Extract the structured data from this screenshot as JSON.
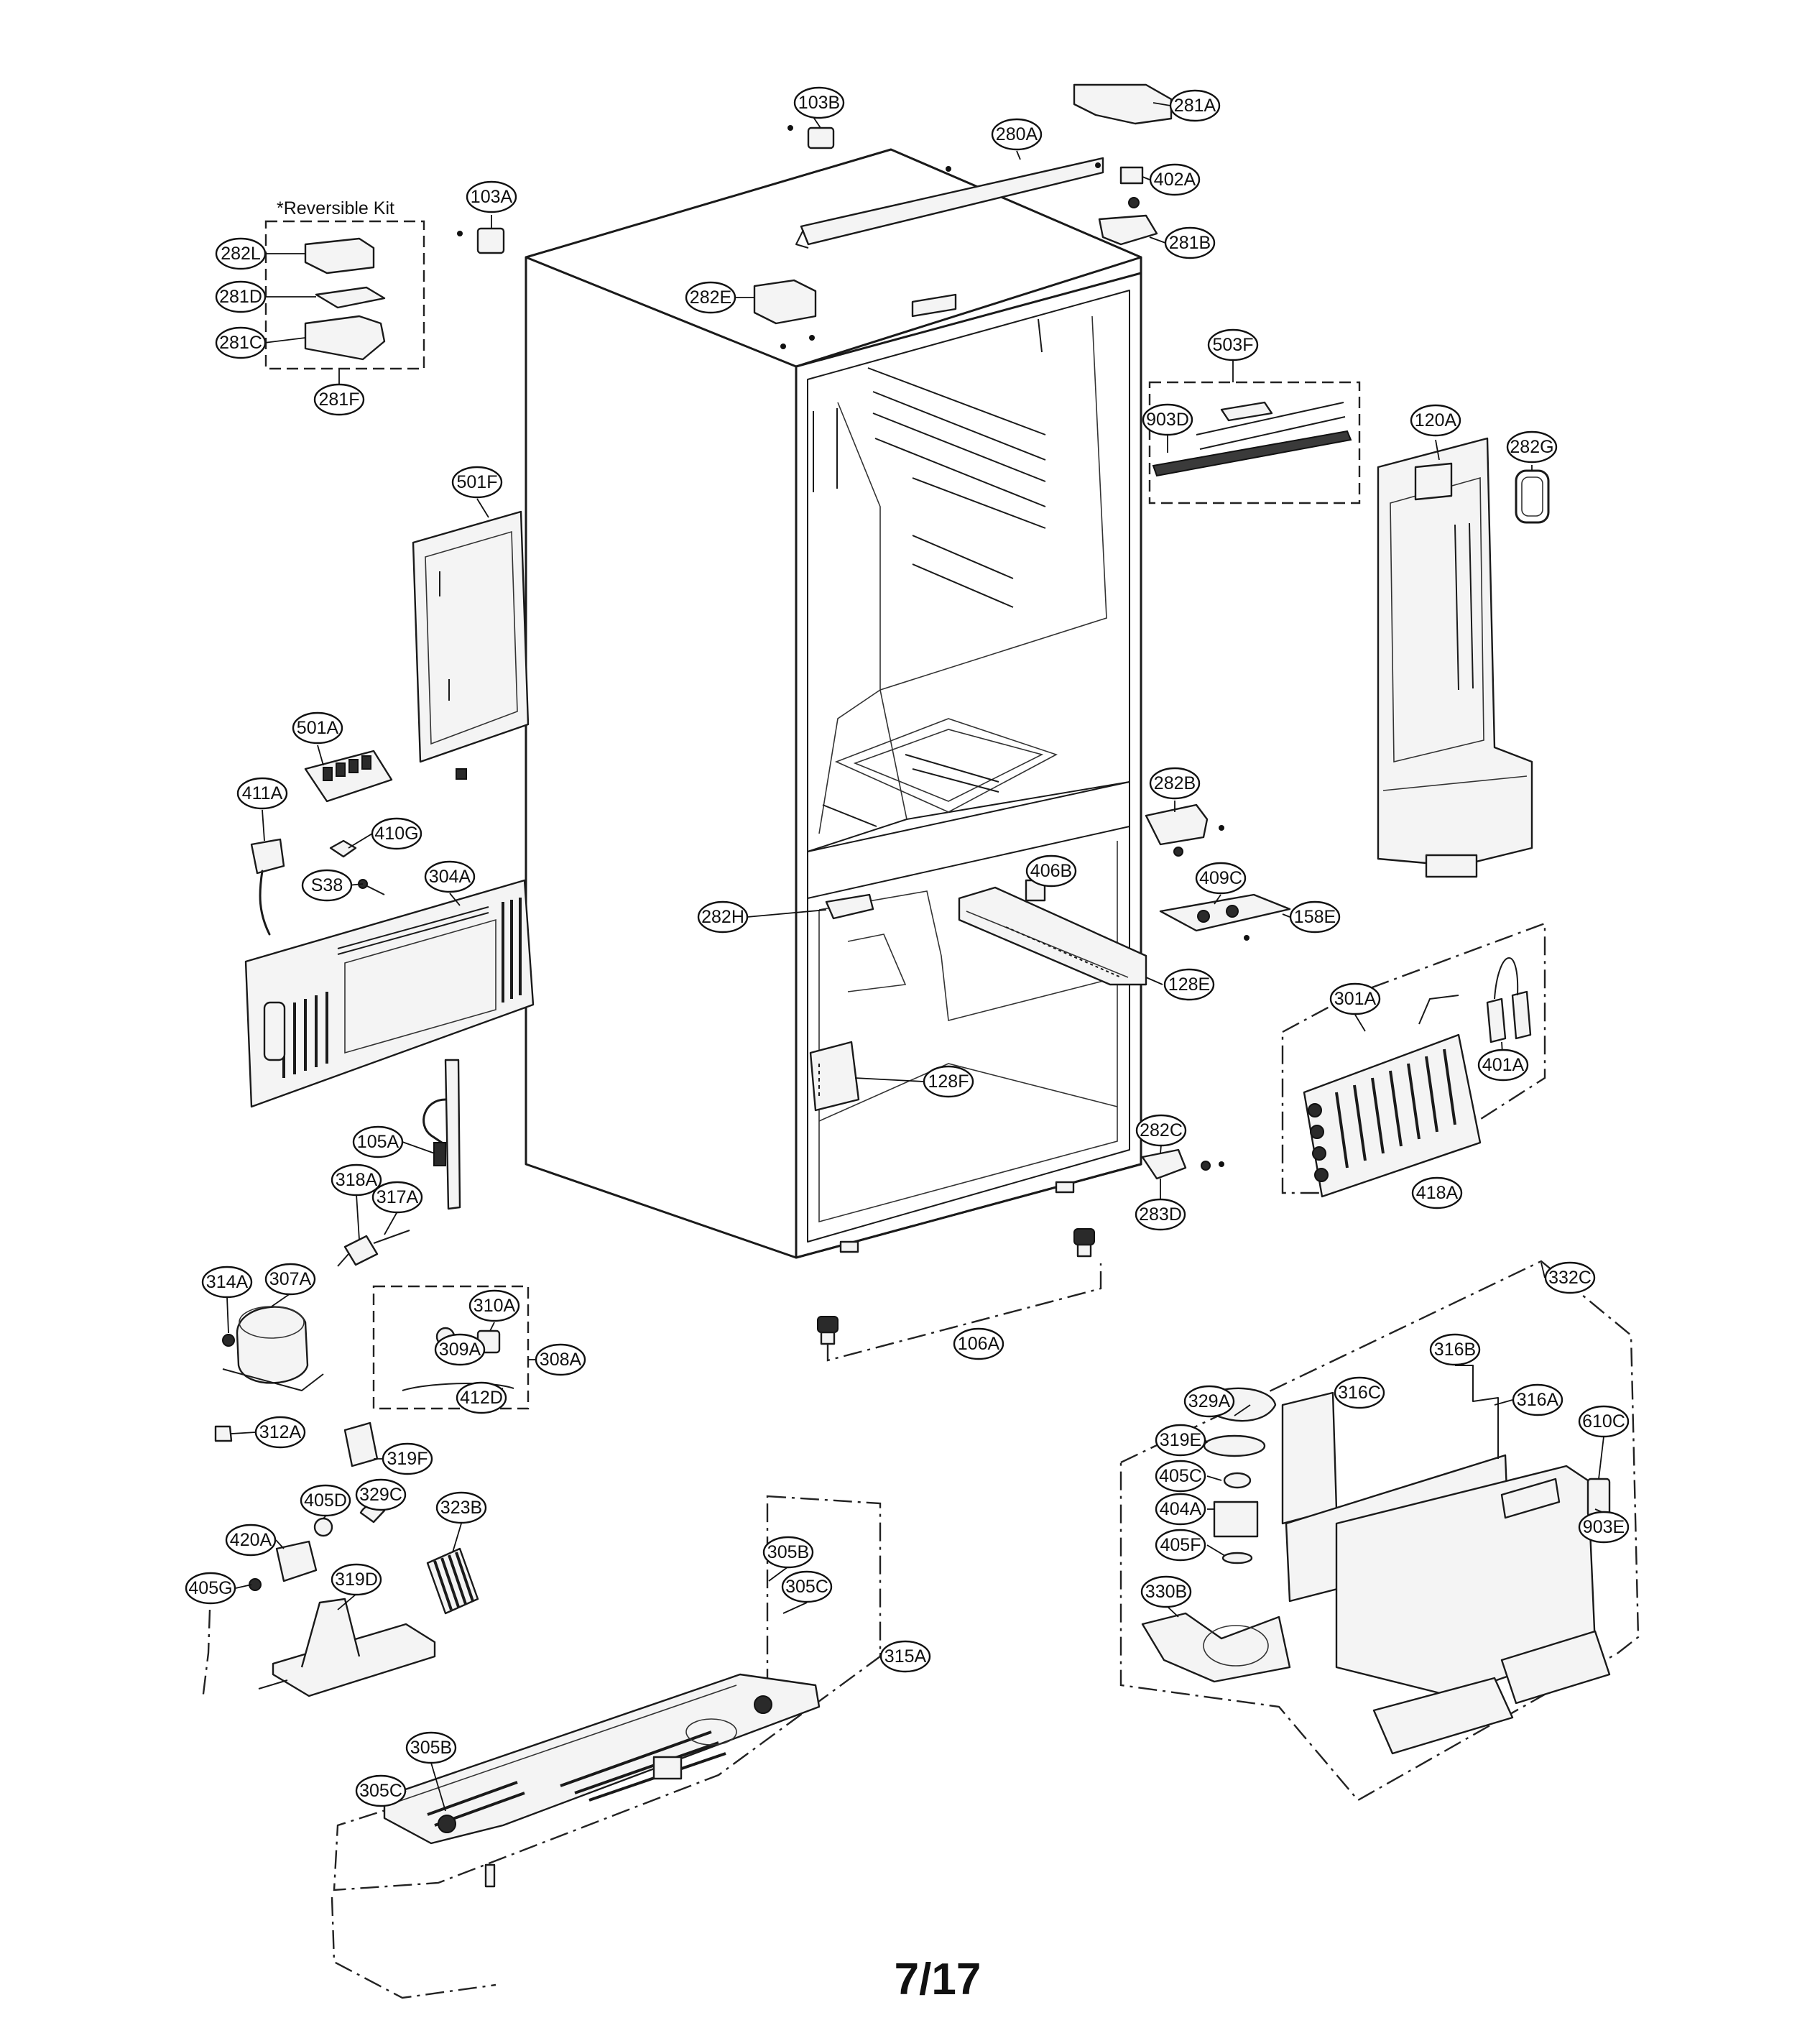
{
  "reversible_kit_label": "*Reversible Kit",
  "page_number": "7/17",
  "callouts": [
    "103B",
    "281A",
    "280A",
    "402A",
    "103A",
    "281B",
    "282L",
    "281D",
    "281C",
    "281F",
    "282E",
    "503F",
    "903D",
    "120A",
    "282G",
    "501F",
    "501A",
    "411A",
    "410G",
    "S38",
    "304A",
    "282B",
    "406B",
    "409C",
    "158E",
    "282H",
    "128E",
    "301A",
    "401A",
    "128F",
    "105A",
    "282C",
    "283D",
    "418A",
    "318A",
    "317A",
    "314A",
    "307A",
    "310A",
    "309A",
    "308A",
    "412D",
    "312A",
    "106A",
    "332C",
    "316B",
    "329A",
    "316C",
    "316A",
    "610C",
    "319E",
    "405C",
    "404A",
    "903E",
    "405F",
    "319F",
    "405D",
    "329C",
    "323B",
    "420A",
    "405G",
    "319D",
    "305B",
    "305C",
    "315A",
    "330B"
  ]
}
